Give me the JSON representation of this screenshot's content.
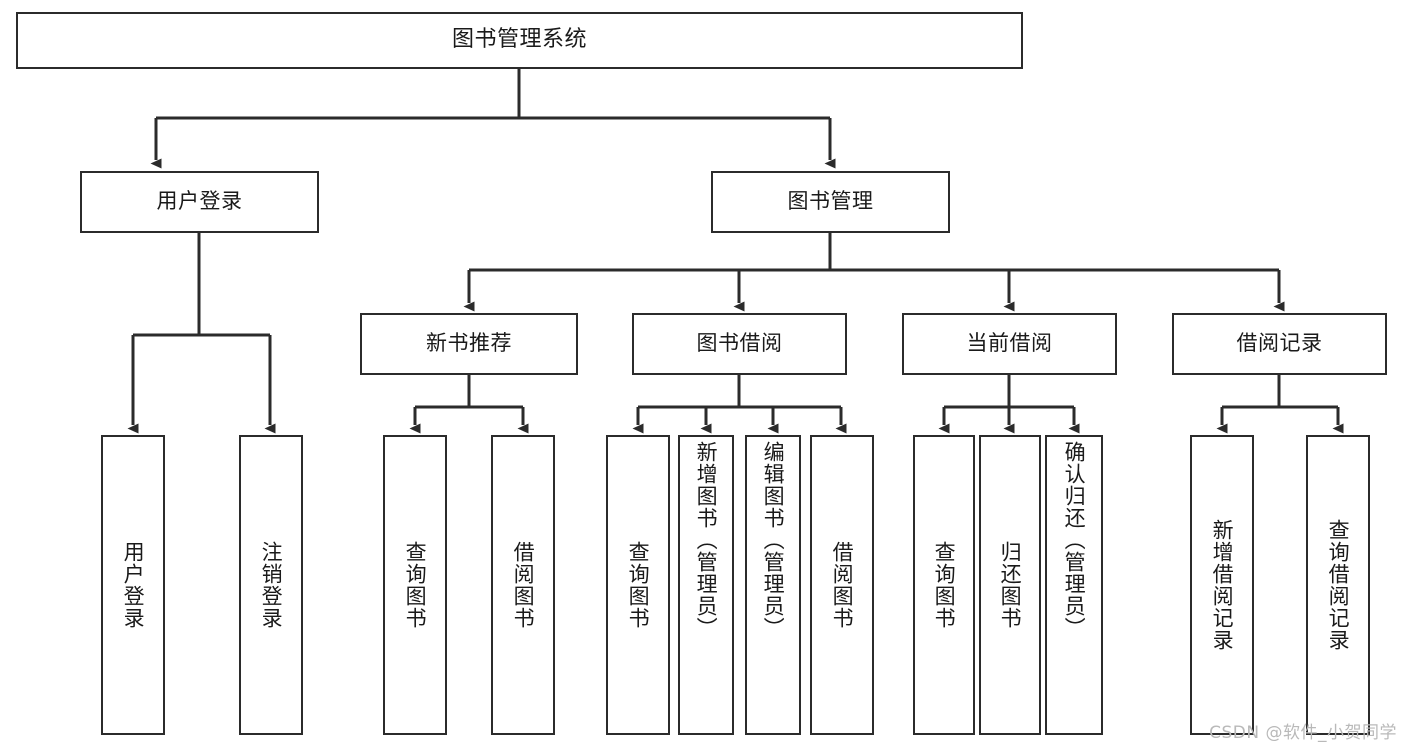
{
  "diagram": {
    "title": "图书管理系统",
    "type": "tree-hierarchy-chart",
    "background_color": "#ffffff",
    "line_color": "#2b2b2b",
    "text_color": "#1a1a1a"
  },
  "root": {
    "label": "图书管理系统"
  },
  "level2": [
    {
      "label": "用户登录"
    },
    {
      "label": "图书管理"
    }
  ],
  "level3": [
    {
      "label": "新书推荐"
    },
    {
      "label": "图书借阅"
    },
    {
      "label": "当前借阅"
    },
    {
      "label": "借阅记录"
    }
  ],
  "leaves": {
    "user_login": [
      {
        "label": "用户登录"
      },
      {
        "label": "注销登录"
      }
    ],
    "new_book_recommend": [
      {
        "label": "查询图书"
      },
      {
        "label": "借阅图书"
      }
    ],
    "book_borrow": [
      {
        "label": "查询图书"
      },
      {
        "label": "新增图书（管理员）"
      },
      {
        "label": "编辑图书（管理员）"
      },
      {
        "label": "借阅图书"
      }
    ],
    "current_borrow": [
      {
        "label": "查询图书"
      },
      {
        "label": "归还图书"
      },
      {
        "label": "确认归还（管理员）"
      }
    ],
    "borrow_record": [
      {
        "label": "新增借阅记录"
      },
      {
        "label": "查询借阅记录"
      }
    ]
  },
  "watermark": {
    "text": "CSDN @软件_小贺同学"
  }
}
